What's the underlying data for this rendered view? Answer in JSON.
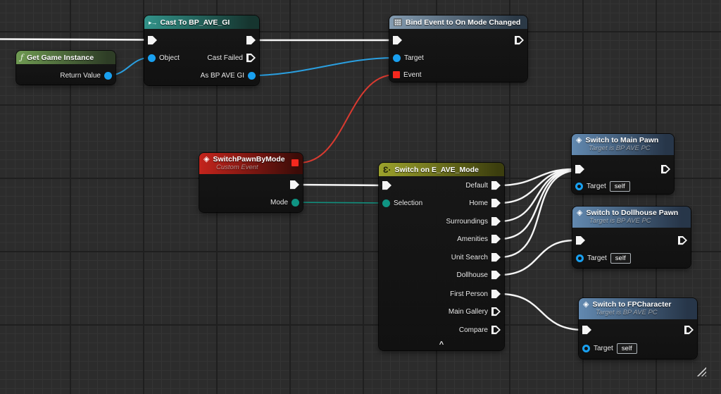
{
  "canvas": {
    "background": "#2c2c2c"
  },
  "icons": {
    "function": "ƒ",
    "cast": "▸→",
    "event_diamond": "◈",
    "switch_enum": "Ɛ·",
    "chevron_up": "^"
  },
  "colors": {
    "exec_wire": "#f5f5f5",
    "object_pin": "#19a0f0",
    "enum_pin": "#0f9483",
    "delegate_pin": "#f5281e",
    "header_green": "#6f9a52",
    "header_teal": "#32938a",
    "header_steel": "#849cb1",
    "header_red": "#c4241c",
    "header_olive": "#9ca22c",
    "header_blue": "#6289b0"
  },
  "nodes": {
    "get_game_instance": {
      "title": "Get Game Instance",
      "pins": {
        "return_value": "Return Value"
      }
    },
    "cast": {
      "title": "Cast To BP_AVE_GI",
      "pins": {
        "object": "Object",
        "cast_failed": "Cast Failed",
        "as_gi": "As BP AVE GI"
      }
    },
    "bind_event": {
      "title": "Bind Event to On Mode Changed",
      "pins": {
        "target": "Target",
        "event": "Event"
      }
    },
    "custom_event": {
      "title": "SwitchPawnByMode",
      "subtitle": "Custom Event",
      "pins": {
        "mode": "Mode"
      }
    },
    "switch_mode": {
      "title": "Switch on E_AVE_Mode",
      "pins": {
        "selection": "Selection"
      },
      "outputs": [
        {
          "label": "Default",
          "connected": true
        },
        {
          "label": "Home",
          "connected": true
        },
        {
          "label": "Surroundings",
          "connected": true
        },
        {
          "label": "Amenities",
          "connected": true
        },
        {
          "label": "Unit Search",
          "connected": true
        },
        {
          "label": "Dollhouse",
          "connected": true
        },
        {
          "label": "First Person",
          "connected": true
        },
        {
          "label": "Main Gallery",
          "connected": false
        },
        {
          "label": "Compare",
          "connected": false
        }
      ]
    },
    "switch_main": {
      "title": "Switch to Main Pawn",
      "subtitle": "Target is BP AVE PC",
      "pins": {
        "target": "Target",
        "target_value": "self"
      }
    },
    "switch_dollhouse": {
      "title": "Switch to Dollhouse Pawn",
      "subtitle": "Target is BP AVE PC",
      "pins": {
        "target": "Target",
        "target_value": "self"
      }
    },
    "switch_fp": {
      "title": "Switch to FPCharacter",
      "subtitle": "Target is BP AVE PC",
      "pins": {
        "target": "Target",
        "target_value": "self"
      }
    }
  }
}
